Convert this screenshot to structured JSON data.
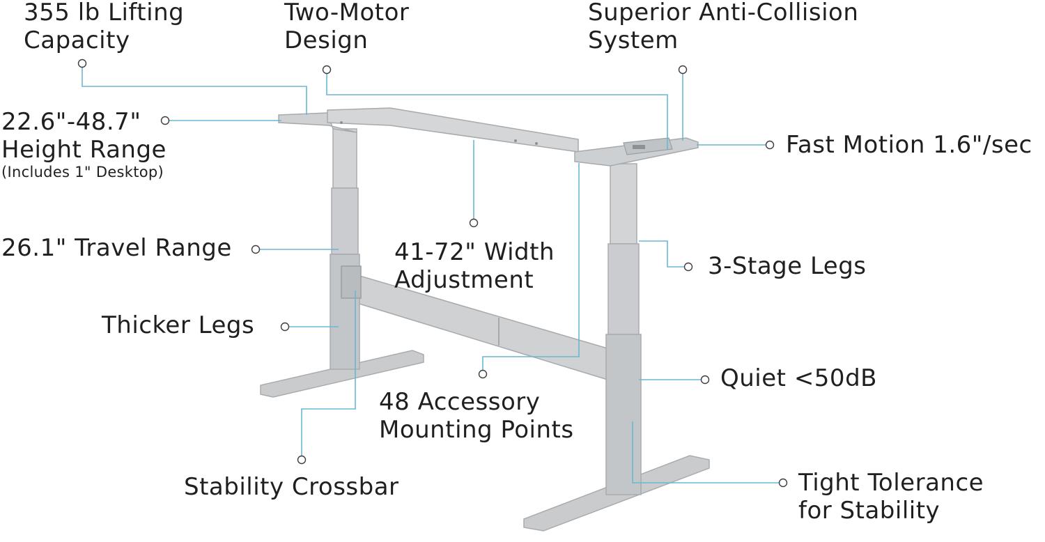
{
  "callouts": {
    "lifting_capacity": {
      "line1": "355 lb Lifting",
      "line2": "Capacity"
    },
    "two_motor": {
      "line1": "Two-Motor",
      "line2": "Design"
    },
    "anti_collision": {
      "line1": "Superior Anti-Collision",
      "line2": "System"
    },
    "height_range": {
      "line1": "22.6\"-48.7\"",
      "line2": "Height Range",
      "note": "(Includes 1\" Desktop)"
    },
    "fast_motion": {
      "line1": "Fast Motion 1.6\"/sec"
    },
    "travel_range": {
      "line1": "26.1\" Travel Range"
    },
    "width_adjustment": {
      "line1": "41-72\" Width",
      "line2": "Adjustment"
    },
    "three_stage_legs": {
      "line1": "3-Stage Legs"
    },
    "thicker_legs": {
      "line1": "Thicker Legs"
    },
    "quiet": {
      "line1": "Quiet <50dB"
    },
    "accessory_points": {
      "line1": "48 Accessory",
      "line2": "Mounting Points"
    },
    "stability_crossbar": {
      "line1": "Stability Crossbar"
    },
    "tight_tolerance": {
      "line1": "Tight Tolerance",
      "line2": "for Stability"
    }
  },
  "colors": {
    "leader_line": "#6ab7d3",
    "frame_light": "#d2d4d6",
    "frame_mid": "#b9bcbf",
    "frame_dark": "#9a9ea2",
    "text": "#1f1f1f"
  }
}
